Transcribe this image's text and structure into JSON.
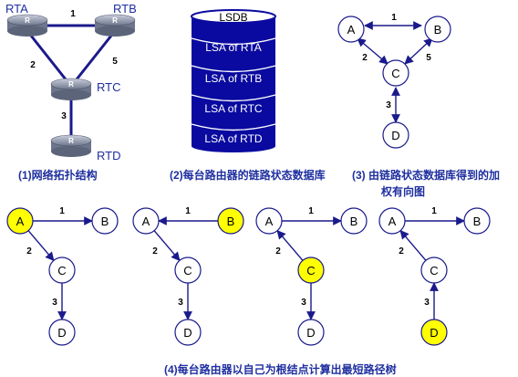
{
  "topology": {
    "routers": [
      "RTA",
      "RTB",
      "RTC",
      "RTD"
    ],
    "links": [
      {
        "from": "RTA",
        "to": "RTB",
        "cost": "1"
      },
      {
        "from": "RTA",
        "to": "RTC",
        "cost": "2"
      },
      {
        "from": "RTB",
        "to": "RTC",
        "cost": "5"
      },
      {
        "from": "RTC",
        "to": "RTD",
        "cost": "3"
      }
    ],
    "caption": "(1)网络拓扑结构"
  },
  "database": {
    "rows": [
      "LSDB",
      "LSA of RTA",
      "LSA of RTB",
      "LSA of RTC",
      "LSA of RTD"
    ],
    "caption": "(2)每台路由器的链路状态数据库"
  },
  "weighted_graph": {
    "nodes": [
      "A",
      "B",
      "C",
      "D"
    ],
    "edges": [
      {
        "from": "A",
        "to": "B",
        "cost": "1"
      },
      {
        "from": "A",
        "to": "C",
        "cost": "2"
      },
      {
        "from": "B",
        "to": "C",
        "cost": "5"
      },
      {
        "from": "C",
        "to": "D",
        "cost": "3"
      }
    ],
    "caption_line1": "(3) 由链路状态数据库得到的加",
    "caption_line2": "权有向图"
  },
  "spf_trees": {
    "caption": "(4)每台路由器以自己为根结点计算出最短路径树",
    "trees": [
      {
        "root": "A",
        "labels": [
          "A",
          "B",
          "C",
          "D"
        ],
        "costs": [
          "1",
          "2",
          "3"
        ]
      },
      {
        "root": "B",
        "labels": [
          "A",
          "B",
          "C",
          "D"
        ],
        "costs": [
          "1",
          "2",
          "3"
        ]
      },
      {
        "root": "C",
        "labels": [
          "A",
          "B",
          "C",
          "D"
        ],
        "costs": [
          "1",
          "2",
          "3"
        ]
      },
      {
        "root": "D",
        "labels": [
          "A",
          "B",
          "C",
          "D"
        ],
        "costs": [
          "1",
          "2",
          "3"
        ]
      }
    ]
  },
  "colors": {
    "line": "#1a1a8c",
    "caption": "#1f2f9f",
    "highlight": "#ffff00",
    "db_fill": "#0a0aa0",
    "router_body": "#8a93a8"
  }
}
